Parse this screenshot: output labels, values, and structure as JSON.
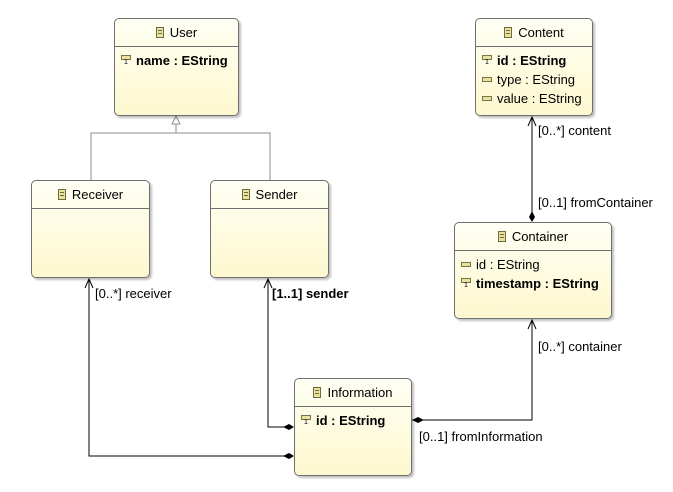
{
  "classes": {
    "user": {
      "name": "User",
      "attrs": [
        {
          "text": "name : EString",
          "id": true
        }
      ]
    },
    "receiver": {
      "name": "Receiver"
    },
    "sender": {
      "name": "Sender"
    },
    "content": {
      "name": "Content",
      "attrs": [
        {
          "text": "id : EString",
          "id": true
        },
        {
          "text": "type : EString",
          "id": false
        },
        {
          "text": "value : EString",
          "id": false
        }
      ]
    },
    "container": {
      "name": "Container",
      "attrs": [
        {
          "text": "id : EString",
          "id": false
        },
        {
          "text": "timestamp : EString",
          "id": true
        }
      ]
    },
    "information": {
      "name": "Information",
      "attrs": [
        {
          "text": "id : EString",
          "id": true
        }
      ]
    }
  },
  "id_marker": "1",
  "edge_labels": {
    "content": "[0..*] content",
    "from_container": "[0..1] fromContainer",
    "receiver": "[0..*] receiver",
    "sender": "[1..1] sender",
    "container": "[0..*] container",
    "from_information": "[0..1] fromInformation"
  },
  "colors": {
    "class_fill": "#fdf8cf",
    "border": "#6f6f6f",
    "line": "#000000",
    "inheritance_line": "#8c8c8c"
  }
}
